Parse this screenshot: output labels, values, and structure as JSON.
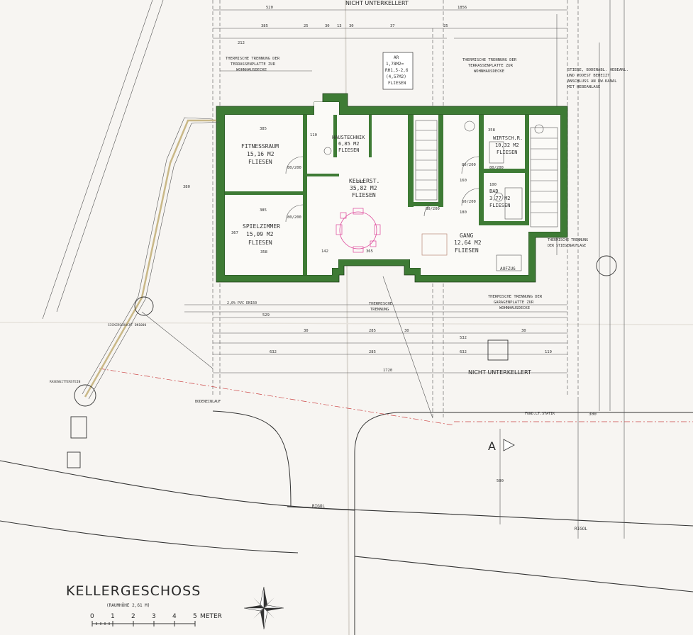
{
  "title": "KELLERGESCHOSS",
  "subtitle": "(RAUMHÖHE 2,61 M)",
  "scale": {
    "ticks": [
      "0",
      "1",
      "2",
      "3",
      "4",
      "5"
    ],
    "unit": "METER"
  },
  "top_label": "NICHT UNTERKELLERT",
  "bottom_label": "NICHT UNTERKELLERT",
  "section_label": "A",
  "rooms": [
    {
      "id": "fitness",
      "name": "FITNESSRAUM",
      "area": "15,16 M2",
      "floor": "FLIESEN"
    },
    {
      "id": "spiel",
      "name": "SPIELZIMMER",
      "area": "15,09 M2",
      "floor": "FLIESEN"
    },
    {
      "id": "haustechnik",
      "name": "HAUSTECHNIK",
      "area": "6,85 M2",
      "floor": "FLIESEN"
    },
    {
      "id": "kellerst",
      "name": "KELLERST.",
      "area": "35,82 M2",
      "floor": "FLIESEN"
    },
    {
      "id": "wirtsch",
      "name": "WIRTSCH.R.",
      "area": "10,32 M2",
      "floor": "FLIESEN"
    },
    {
      "id": "bad",
      "name": "BAD",
      "area": "3,77 M2",
      "floor": "FLIESEN"
    },
    {
      "id": "gang",
      "name": "GANG",
      "area": "12,64 M2",
      "floor": "FLIESEN"
    }
  ],
  "ar_box": [
    "AR",
    "1,78M2=",
    "RH1,5-2,6",
    "(4,57M2)",
    "FLIESEN"
  ],
  "notes": {
    "terrasse_left": [
      "THERMISCHE TRENNUNG DER",
      "TERRASSENPLATTE ZUR",
      "WOHNHAUSDECKE"
    ],
    "terrasse_right": [
      "THERMISCHE TRENNUNG DER",
      "TERRASSENPLATTE ZUR",
      "WOHNHAUSDECKE"
    ],
    "garage": [
      "THERMISCHE TRENNUNG DER",
      "GARAGENPLATTE ZUR",
      "WOHNHAUSDECKE"
    ],
    "stiege": [
      "STIEGE, BODENABL. HEBEANL.",
      "UND PODEST BEHEIZT",
      "ANSCHLUSS AN RW-KANAL",
      "MIT HEBEANLAGE"
    ],
    "stiegen_aufl": [
      "THERMISCHE TRENNUNG",
      "DER STIEGENAUFLAGE"
    ],
    "thermische": [
      "THERMISCHE",
      "TRENNUNG"
    ],
    "aufzug": [
      "AUFZUG"
    ],
    "sickerschacht": "SICKERSCHACHT DN1000",
    "rasengitter": "RASENGITTERSTEIN",
    "bodeneinlauf": "BODENEINLAUF",
    "rigol_1": "RIGOL",
    "rigol_2": "RIGOL",
    "statik": "FUND.LT.STATIK",
    "statik_300": "300",
    "pipe": "2,0% PVC DN150"
  },
  "dims_top": [
    "520",
    "1856",
    "385",
    "25",
    "30",
    "13",
    "30",
    "37",
    "25",
    "212"
  ],
  "dims_bottom": [
    "529",
    "30",
    "285",
    "30",
    "532",
    "30",
    "119",
    "632",
    "285",
    "632",
    "1720"
  ],
  "dims_misc": [
    "110",
    "203",
    "142",
    "365",
    "180",
    "358",
    "367",
    "385",
    "385",
    "358",
    "380",
    "160",
    "100",
    "500"
  ],
  "doors": [
    "80/200",
    "80/200",
    "80/200",
    "80/200",
    "60/200",
    "80/200"
  ],
  "colors": {
    "wall": "#3e7b35",
    "paper": "#f7f5f2",
    "ink": "#2a2a2a",
    "red_line": "#c44444"
  }
}
